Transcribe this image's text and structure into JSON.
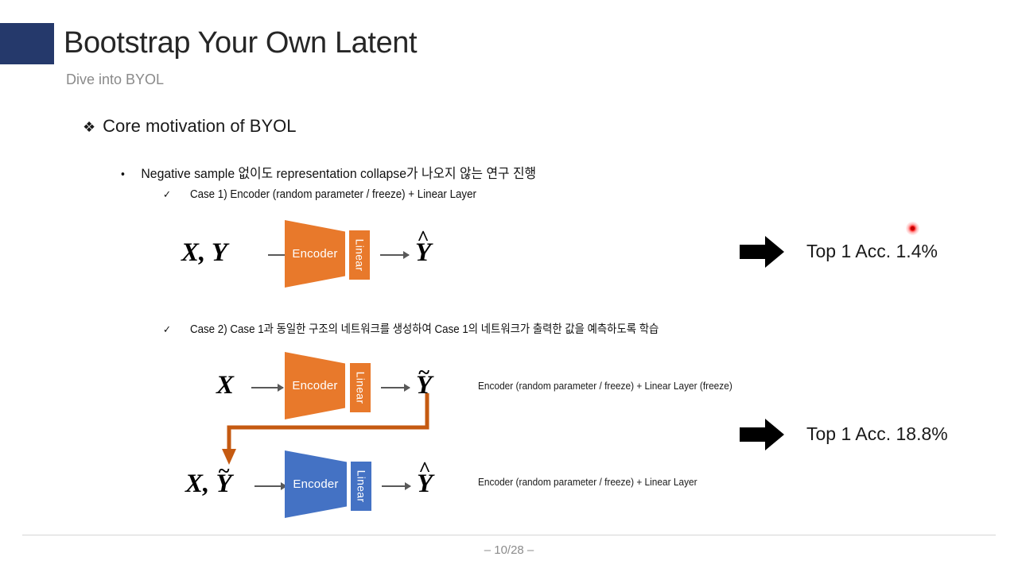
{
  "header": {
    "title": "Bootstrap Your Own Latent",
    "subtitle": "Dive into BYOL",
    "accent_color": "#25396b"
  },
  "content": {
    "section_bullet": "❖",
    "section_title": "Core motivation of BYOL",
    "bullet_marker": "•",
    "bullet_text": "Negative sample 없이도 representation collapse가 나오지 않는 연구 진행",
    "check_marker": "✓",
    "case1_text": "Case 1)  Encoder (random parameter / freeze) + Linear Layer",
    "case2_text": "Case 2)  Case 1과 동일한 구조의 네트워크를 생성하여 Case 1의 네트워크가 출력한 값을 예측하도록 학습"
  },
  "diagrams": [
    {
      "id": "case1",
      "input_label": "X, Y",
      "encoder_label": "Encoder",
      "linear_label": "Linear",
      "output_label": "Y",
      "output_accent": "hat",
      "encoder_color": "#e8792b",
      "annotation": ""
    },
    {
      "id": "case2-teacher",
      "input_label": "X",
      "encoder_label": "Encoder",
      "linear_label": "Linear",
      "output_label": "Y",
      "output_accent": "tilde",
      "encoder_color": "#e8792b",
      "annotation": "Encoder (random parameter / freeze) + Linear Layer (freeze)"
    },
    {
      "id": "case2-student",
      "input_label": "X,",
      "input_accent_label": "Y",
      "input_accent": "tilde",
      "encoder_label": "Encoder",
      "linear_label": "Linear",
      "output_label": "Y",
      "output_accent": "hat",
      "encoder_color": "#4472c4",
      "annotation": "Encoder (random parameter / freeze) + Linear Layer"
    }
  ],
  "results": [
    {
      "id": "result-case1",
      "text": "Top 1 Acc. 1.4%"
    },
    {
      "id": "result-case2",
      "text": "Top 1 Acc. 18.8%"
    }
  ],
  "pointer": {
    "name": "laser-pointer-dot",
    "color": "#ff0000"
  },
  "footer": {
    "page_indicator": "– 10/28 –"
  },
  "symbols": {
    "hat": "^",
    "tilde": "~"
  }
}
